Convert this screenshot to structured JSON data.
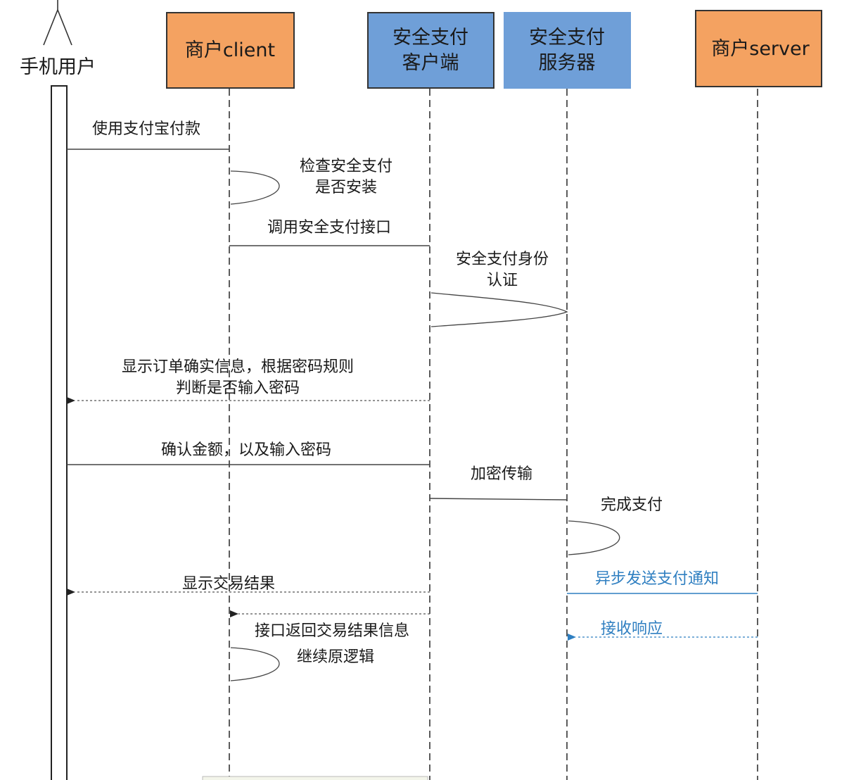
{
  "actor": {
    "name": "手机用户"
  },
  "participants": {
    "merchant_client": {
      "label": "商户client",
      "color": "#f4a261"
    },
    "secure_client": {
      "line1": "安全支付",
      "line2": "客户端",
      "color": "#6f9fd8"
    },
    "secure_server": {
      "line1": "安全支付",
      "line2": "服务器",
      "color": "#6f9fd8"
    },
    "merchant_server": {
      "label": "商户server",
      "color": "#f4a261"
    }
  },
  "messages": {
    "m1": {
      "label": "使用支付宝付款"
    },
    "m2": {
      "line1": "检查安全支付",
      "line2": "是否安装"
    },
    "m3": {
      "label": "调用安全支付接口"
    },
    "m4": {
      "line1": "安全支付身份",
      "line2": "认证"
    },
    "m5": {
      "line1": "显示订单确实信息，根据密码规则",
      "line2": "判断是否输入密码"
    },
    "m6": {
      "label": "确认金额，以及输入密码"
    },
    "m7": {
      "label": "加密传输"
    },
    "m8": {
      "label": "完成支付"
    },
    "m9": {
      "label": "显示交易结果"
    },
    "m10": {
      "label": "异步发送支付通知",
      "color": "#2f7fc1"
    },
    "m11": {
      "line1": "接口返回交易结果信息",
      "line2": "继续原逻辑"
    },
    "m12": {
      "label": "接收响应",
      "color": "#2f7fc1"
    }
  }
}
